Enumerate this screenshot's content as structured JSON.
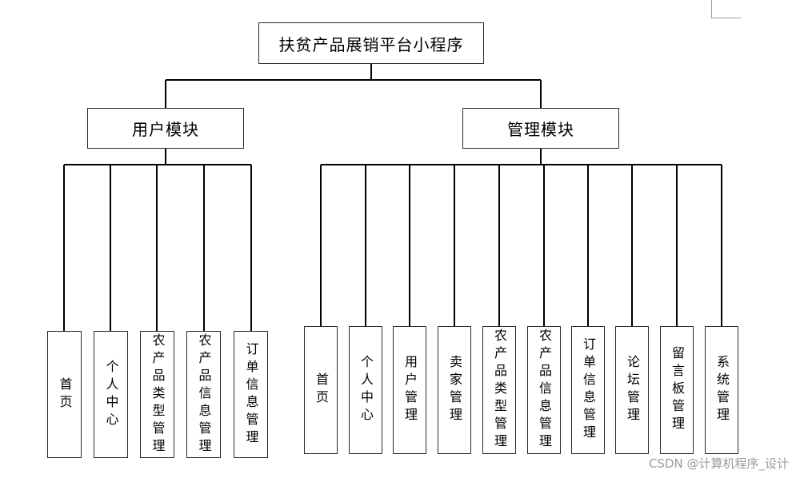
{
  "root": {
    "label": "扶贫产品展销平台小程序"
  },
  "modules": {
    "user": {
      "label": "用户模块",
      "items": [
        "首页",
        "个人中心",
        "农产品类型管理",
        "农产品信息管理",
        "订单信息管理"
      ]
    },
    "admin": {
      "label": "管理模块",
      "items": [
        "首页",
        "个人中心",
        "用户管理",
        "卖家管理",
        "农产品类型管理",
        "农产品信息管理",
        "订单信息管理",
        "论坛管理",
        "留言板管理",
        "系统管理"
      ]
    }
  },
  "watermark": "CSDN @计算机程序_设计"
}
